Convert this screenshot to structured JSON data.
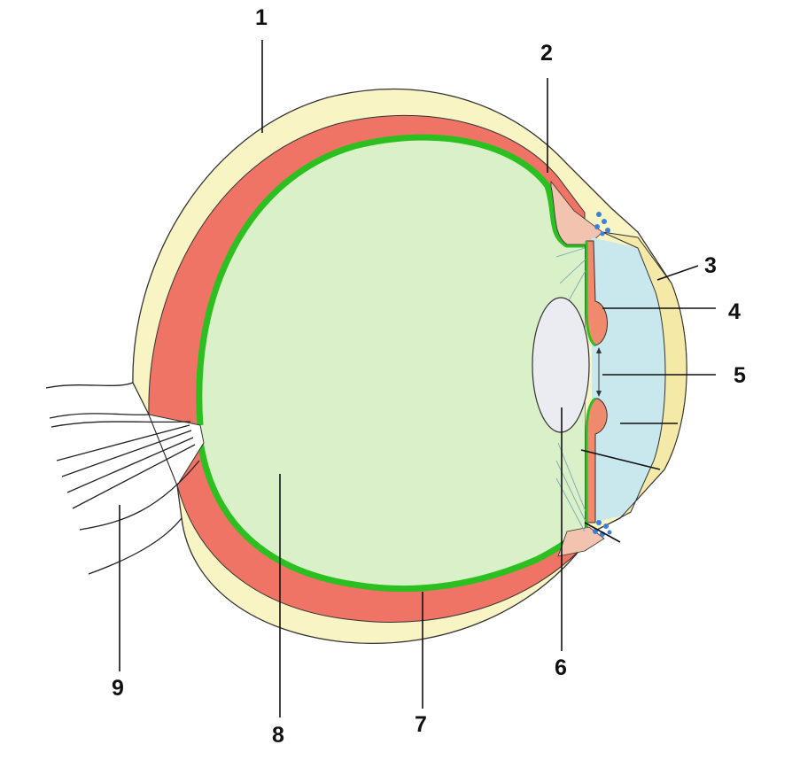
{
  "colors": {
    "sclera": "#f8f4c4",
    "choroid": "#f07466",
    "retina": "#2bbf1f",
    "vitreous": "#d9f0c9",
    "aqueous": "#c9e8ee",
    "cornea": "#f5e9a8",
    "lens": "#ebebf2",
    "iris": "#f08a6c",
    "ciliary": "#f2c4b0",
    "canal_dots": "#3d7fdd",
    "outline": "#333333"
  },
  "labels": [
    {
      "id": "label-1",
      "text": "1"
    },
    {
      "id": "label-2",
      "text": "2"
    },
    {
      "id": "label-3",
      "text": "3"
    },
    {
      "id": "label-4",
      "text": "4"
    },
    {
      "id": "label-5",
      "text": "5"
    },
    {
      "id": "label-6",
      "text": "6"
    },
    {
      "id": "label-7",
      "text": "7"
    },
    {
      "id": "label-8",
      "text": "8"
    },
    {
      "id": "label-9",
      "text": "9"
    }
  ]
}
